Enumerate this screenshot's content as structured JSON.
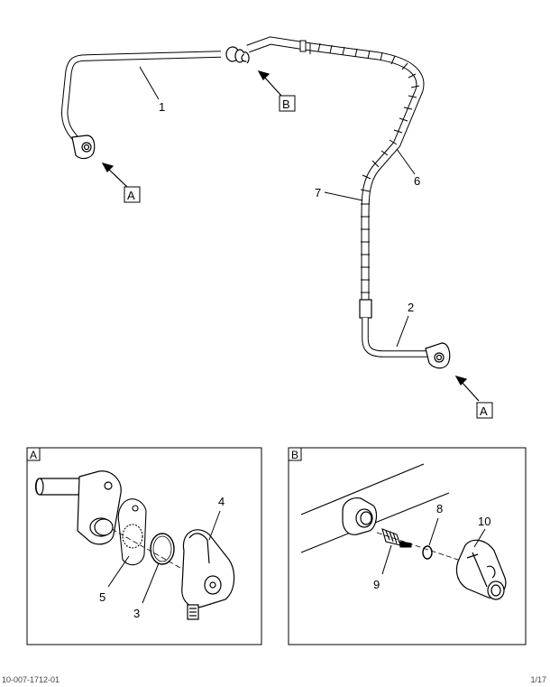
{
  "callouts": {
    "c1": "1",
    "c2": "2",
    "c3": "3",
    "c4": "4",
    "c5": "5",
    "c6": "6",
    "c7": "7",
    "c8": "8",
    "c9": "9",
    "c10": "10"
  },
  "view_labels": {
    "a_top": "A",
    "b_top": "B",
    "a_right": "A",
    "panel_a": "A",
    "panel_b": "B"
  },
  "footer": {
    "left": "10-007-1712-01",
    "right": "1/17"
  }
}
